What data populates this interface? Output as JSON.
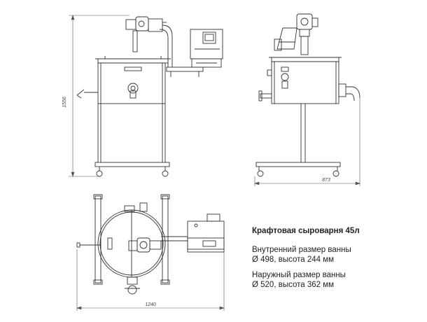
{
  "dimensions": {
    "height": "1556",
    "depth": "873",
    "width": "1240"
  },
  "info": {
    "title": "Крафтовая сыроварня 45л",
    "inner_label": "Внутренний размер ванны",
    "inner_value": "Ø 498, высота 244 мм",
    "outer_label": "Наружный размер ванны",
    "outer_value": "Ø 520, высота 362 мм"
  },
  "colors": {
    "line": "#333333",
    "dim": "#555555"
  }
}
